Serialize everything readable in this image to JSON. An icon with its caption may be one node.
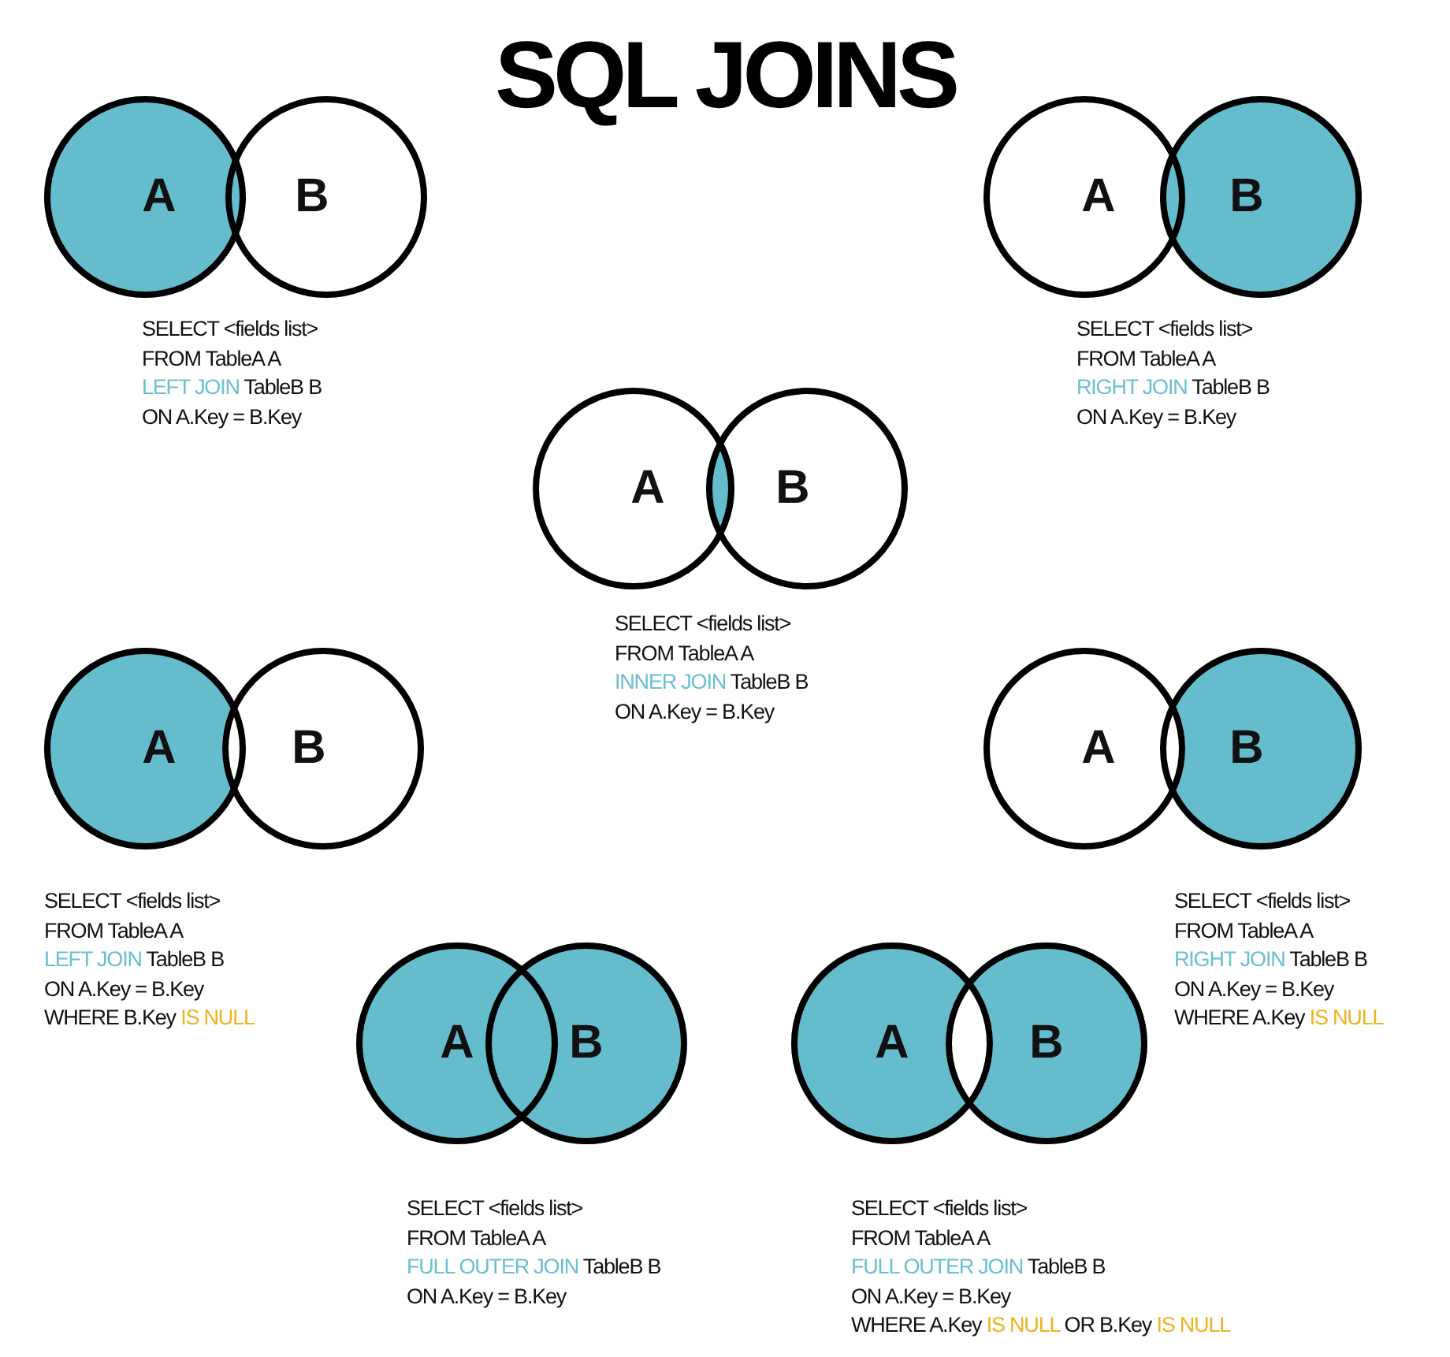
{
  "diagram": {
    "title": "SQL JOINS",
    "nodes": [
      {
        "text": [
          "A"
        ]
      },
      {
        "text": [
          "B"
        ]
      },
      {
        "text": [
          "A"
        ]
      },
      {
        "text": [
          "B"
        ]
      },
      {
        "text": [
          "A"
        ]
      },
      {
        "text": [
          "B"
        ]
      },
      {
        "text": [
          "A"
        ]
      },
      {
        "text": [
          "B"
        ]
      },
      {
        "text": [
          "A"
        ]
      },
      {
        "text": [
          "B"
        ]
      },
      {
        "text": [
          "A"
        ]
      },
      {
        "text": [
          "B"
        ]
      },
      {
        "text": [
          "A"
        ]
      },
      {
        "text": [
          "B"
        ]
      }
    ],
    "labels": [
      "SELECT <fields list>",
      "FROM TableA A",
      "**LEFT JOIN** TableB B",
      "ON A.Key = B.Key",
      "SELECT <fields list>",
      "FROM TableA A",
      "**RIGHT JOIN** TableB B",
      "ON A.Key = B.Key",
      "SELECT <fields list>",
      "FROM TableA A",
      "**INNER JOIN** TableB B",
      "ON A.Key = B.Key",
      "SELECT <fields list>",
      "FROM TableA A",
      "**LEFT JOIN** TableB B",
      "ON A.Key = B.Key",
      "WHERE B.Key *IS NULL*",
      "SELECT <fields list>",
      "FROM TableA A",
      "**RIGHT JOIN** TableB B",
      "ON A.Key = B.Key",
      "WHERE A.Key *IS NULL*",
      "SELECT <fields list>",
      "FROM TableA A",
      "**FULL OUTER JOIN** TableB B",
      "ON A.Key = B.Key",
      "SELECT <fields list>",
      "FROM TableA A",
      "**FULL OUTER JOIN** TableB B",
      "ON A.Key = B.Key",
      "WHERE A.Key *IS NULL* OR B.Key *IS NULL*"
    ]
  }
}
